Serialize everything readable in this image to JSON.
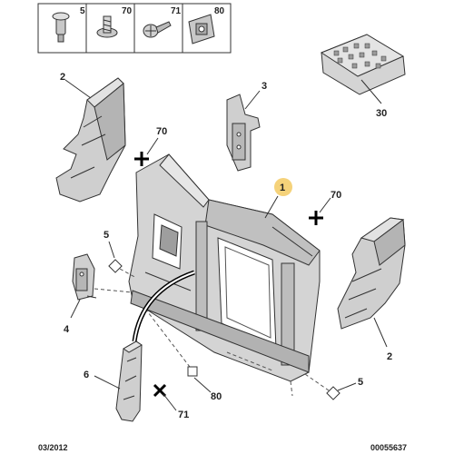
{
  "parts_box": {
    "labels": [
      "5",
      "70",
      "71",
      "80"
    ]
  },
  "callouts": {
    "main_panel": "1",
    "left_deflector": "2",
    "right_deflector": "2",
    "bracket_right": "3",
    "left_bracket": "4",
    "clip_left": "5",
    "clip_right": "5",
    "lower_duct": "6",
    "screw_left": "70",
    "screw_right": "70",
    "screw_bottom": "71",
    "clip_bottom": "80",
    "connector_block": "30"
  },
  "footer": {
    "date": "03/2012",
    "reference": "00055637"
  },
  "colors": {
    "line": "#333333",
    "part_fill": "#d0d0d0",
    "part_shade": "#a8a8a8",
    "highlight": "#f5d27a"
  }
}
